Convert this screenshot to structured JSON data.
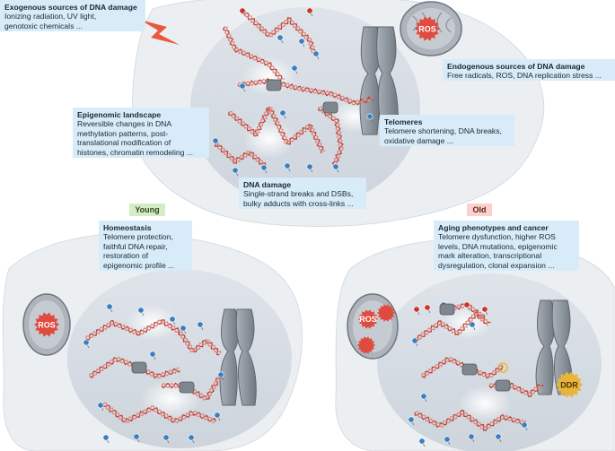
{
  "labels": {
    "exogenous": {
      "title": "Exogenous sources of DNA damage",
      "body": "Ionizing radiation, UV light,\ngenotoxic chemicals ..."
    },
    "endogenous": {
      "title": "Endogenous sources of DNA damage",
      "body": "Free radicals, ROS, DNA replication stress ..."
    },
    "epigenomic": {
      "title": "Epigenomic landscape",
      "body": "Reversible changes in DNA\nmethylation patterns, post-\ntranslational modification of\nhistones, chromatin remodeling ..."
    },
    "telomeres": {
      "title": "Telomeres",
      "body": "Telomere shortening, DNA breaks,\noxidative damage ..."
    },
    "dna_damage": {
      "title": "DNA damage",
      "body": "Single-strand breaks and DSBs,\nbulky adducts with cross-links ..."
    },
    "homeostasis": {
      "title": "Homeostasis",
      "body": "Telomere protection,\nfaithful DNA repair,\nrestoration of\nepigenomic profile ..."
    },
    "aging": {
      "title": "Aging phenotypes and cancer",
      "body": "Telomere dysfunction, higher ROS\nlevels, DNA mutations, epigenomic\nmark alteration, transcriptional\ndysregulation, clonal expansion ..."
    }
  },
  "tags": {
    "young": "Young",
    "old": "Old"
  },
  "badges": {
    "ros": "ROS",
    "ddr": "DDR"
  },
  "colors": {
    "cell_fill": "#eceff2",
    "nucleus_fill": "#d5dbe2",
    "label_bg": "#d7ecf8",
    "dna_strand": "#c0392b",
    "node_blue": "#3a7fc1",
    "node_red": "#c8372d",
    "ros_red": "#e04a3f",
    "ddr_gold": "#e8b53a",
    "lightning": "#e8583e",
    "young_tag": "#d6ecc6",
    "old_tag": "#fbd2cb",
    "chromosome": "#8e959d"
  }
}
